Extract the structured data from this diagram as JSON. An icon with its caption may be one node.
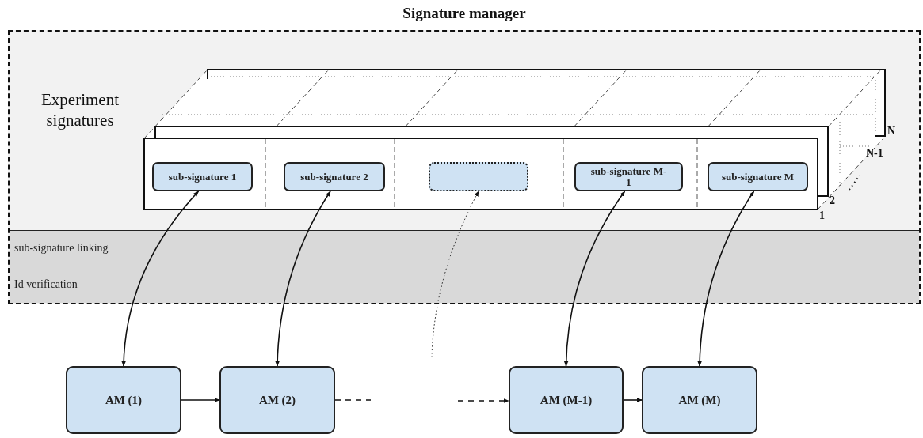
{
  "diagram": {
    "nodes": [
      {
        "text": [
          "Signature manager"
        ]
      },
      {
        "text": [
          "sub-signature 1"
        ],
        "in": 0
      },
      {
        "text": [
          "sub-signature 2"
        ],
        "in": 0
      },
      {
        "text": [],
        "shape": "box",
        "in": 0
      },
      {
        "text": [
          "sub-signature M-1"
        ],
        "in": 0
      },
      {
        "text": [
          "sub-signature M"
        ],
        "in": 0
      },
      {
        "text": [
          "AM (1)"
        ]
      },
      {
        "text": [
          "AM (2)"
        ]
      },
      {
        "text": [
          "AM (M-1)"
        ]
      },
      {
        "text": [
          "AM (M)"
        ]
      }
    ],
    "edges": [
      {
        "from": 6,
        "to": 1,
        "arrow": "both"
      },
      {
        "from": 7,
        "to": 2,
        "arrow": "both"
      },
      {
        "from": null,
        "to": 3,
        "arrow": "to",
        "style": "dashed"
      },
      {
        "from": 8,
        "to": 4,
        "arrow": "both"
      },
      {
        "from": 9,
        "to": 5,
        "arrow": "both"
      },
      {
        "from": 6,
        "to": 7,
        "arrow": "to"
      },
      {
        "from": 7,
        "to": null,
        "arrow": "none",
        "style": "dashed"
      },
      {
        "from": null,
        "to": 8,
        "arrow": "to",
        "style": "dashed"
      },
      {
        "from": 8,
        "to": 9,
        "arrow": "to"
      }
    ],
    "labels": [
      "Experiment signatures",
      "N",
      "N-1",
      "2",
      "1",
      "sub-signature linking",
      "Id verification"
    ]
  }
}
